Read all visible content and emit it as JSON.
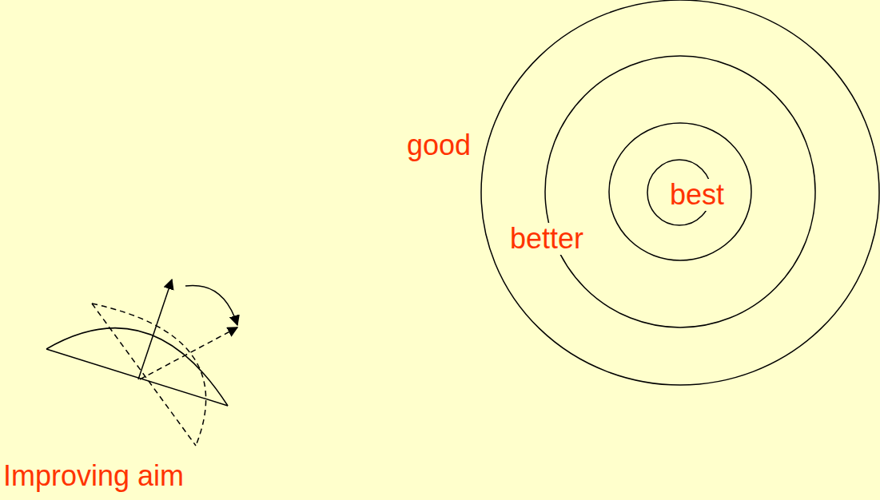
{
  "diagram": {
    "labels": [
      "good",
      "better",
      "best",
      "Improving aim"
    ]
  }
}
